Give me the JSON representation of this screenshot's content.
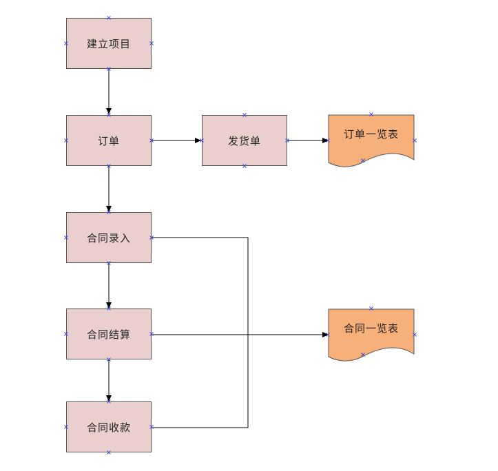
{
  "diagram": {
    "nodes": [
      {
        "id": "create_project",
        "label": "建立项目"
      },
      {
        "id": "order",
        "label": "订单"
      },
      {
        "id": "delivery_note",
        "label": "发货单"
      },
      {
        "id": "order_list",
        "label": "订单一览表",
        "shape": "document"
      },
      {
        "id": "contract_entry",
        "label": "合同录入"
      },
      {
        "id": "contract_settlement",
        "label": "合同结算"
      },
      {
        "id": "contract_list",
        "label": "合同一览表",
        "shape": "document"
      },
      {
        "id": "contract_collection",
        "label": "合同收款"
      }
    ],
    "edges": [
      {
        "from": "create_project",
        "to": "order"
      },
      {
        "from": "order",
        "to": "delivery_note"
      },
      {
        "from": "delivery_note",
        "to": "order_list"
      },
      {
        "from": "order",
        "to": "contract_entry"
      },
      {
        "from": "contract_entry",
        "to": "contract_settlement"
      },
      {
        "from": "contract_settlement",
        "to": "contract_collection"
      },
      {
        "from": "contract_settlement",
        "to": "contract_list"
      },
      {
        "from": "contract_entry",
        "to": "contract_list",
        "via": "vertical-bus"
      },
      {
        "from": "contract_collection",
        "to": "contract_list",
        "via": "vertical-bus"
      }
    ],
    "colors": {
      "process_fill": "#ebcfcf",
      "document_fill": "#f8b07a",
      "line": "#000000",
      "connection_point": "#3b4bd8"
    }
  }
}
